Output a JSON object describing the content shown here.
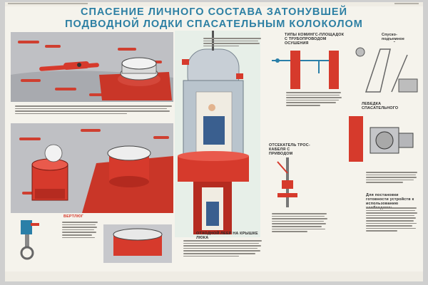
{
  "poster": {
    "title_line1": "СПАСЕНИЕ ЛИЧНОГО СОСТАВА ЗАТОНУВШЕЙ",
    "title_line2": "ПОДВОДНОЙ ЛОДКИ СПАСАТЕЛЬНЫМ КОЛОКОЛОМ",
    "colors": {
      "title": "#2c7fa3",
      "hull_red": "#d63a2c",
      "deck_gray": "#bfc0c4",
      "paper": "#f5f3ec",
      "water": "#e7efe8"
    }
  },
  "sections": {
    "pipes_title": "ТИПЫ КОМИНГС-ПЛОЩАДОК С ТРУБОПРОВОДОМ ОСУШЕНИЯ",
    "valve_title": "ОТСЕКАТЕЛЬ ТРОС-КАБЕЛЯ С ПРИВОДОМ",
    "winch_title": "ЛЕБЕДКА СПАСАТЕЛЬНОГО КОЛОКОЛА",
    "device_title": "Спуско-подъемное устройство",
    "bell_caption": "ОТХОДНОЙ ЛЕЕР НА КРЫШКЕ ЛЮКА",
    "vertlug_title": "ВЕРТЛЮГ",
    "winch_list_title": "Для постановки готовности устройств к использованию необходимо:"
  }
}
